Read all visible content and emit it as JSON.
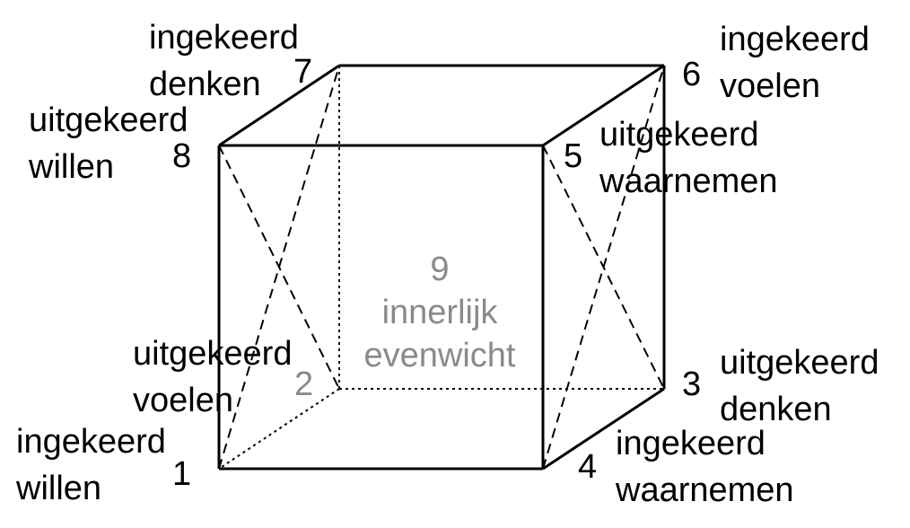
{
  "vertices": [
    {
      "number": "1",
      "line1": "ingekeerd",
      "line2": "willen"
    },
    {
      "number": "2",
      "line1": "uitgekeerd",
      "line2": "voelen"
    },
    {
      "number": "3",
      "line1": "uitgekeerd",
      "line2": "denken"
    },
    {
      "number": "4",
      "line1": "ingekeerd",
      "line2": "waarnemen"
    },
    {
      "number": "5",
      "line1": "uitgekeerd",
      "line2": "waarnemen"
    },
    {
      "number": "6",
      "line1": "ingekeerd",
      "line2": "voelen"
    },
    {
      "number": "7",
      "line1": "ingekeerd",
      "line2": "denken"
    },
    {
      "number": "8",
      "line1": "uitgekeerd",
      "line2": "willen"
    }
  ],
  "center": {
    "number": "9",
    "line1": "innerlijk",
    "line2": "evenwicht"
  },
  "colors": {
    "lines": "#000000",
    "center_text": "#8a8a8a"
  }
}
